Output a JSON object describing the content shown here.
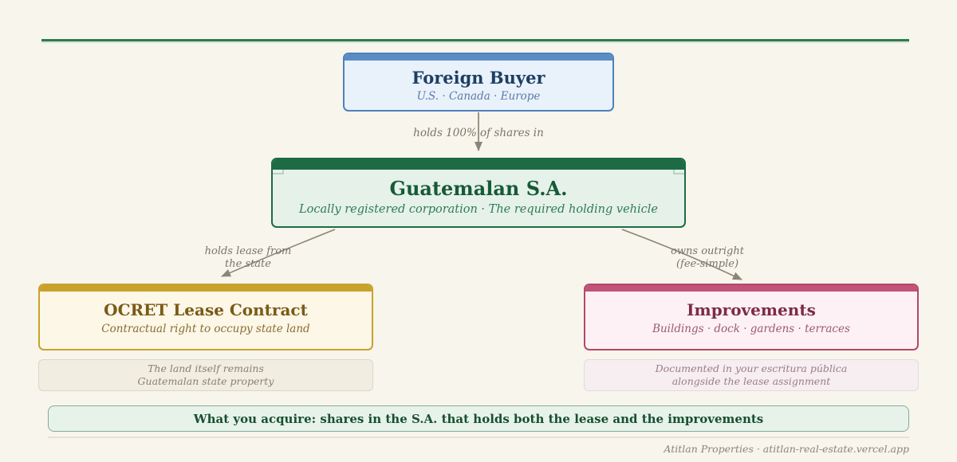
{
  "page": {
    "background_color": "#f7f5ec",
    "rule_color": "#2d7b4f",
    "connector_color": "#8c8476"
  },
  "nodes": {
    "foreign_buyer": {
      "title": "Foreign Buyer",
      "subtitle": "U.S. · Canada · Europe",
      "accent_color": "#5b8dc4"
    },
    "guatemalan_sa": {
      "title": "Guatemalan S.A.",
      "subtitle": "Locally registered corporation · The required holding vehicle",
      "accent_color": "#1d6b44"
    },
    "ocret_lease": {
      "title": "OCRET Lease Contract",
      "subtitle": "Contractual right to occupy state land",
      "accent_color": "#c9a22c"
    },
    "improvements": {
      "title": "Improvements",
      "subtitle": "Buildings · dock · gardens · terraces",
      "accent_color": "#c05577"
    }
  },
  "edges": {
    "buyer_to_sa": {
      "label": "holds 100% of shares in"
    },
    "sa_to_lease": {
      "line1": "holds lease from",
      "line2": "the state"
    },
    "sa_to_improvements": {
      "line1": "owns outright",
      "line2": "(fee-simple)"
    }
  },
  "notes": {
    "lease_note": {
      "line1": "The land itself remains",
      "line2": "Guatemalan state property"
    },
    "improvements_note": {
      "line1": "Documented in your escritura pública",
      "line2": "alongside the lease assignment"
    }
  },
  "summary": {
    "text": "What you acquire: shares in the S.A. that holds both the lease and the improvements"
  },
  "footer": {
    "text": "Atitlan Properties · atitlan-real-estate.vercel.app"
  }
}
